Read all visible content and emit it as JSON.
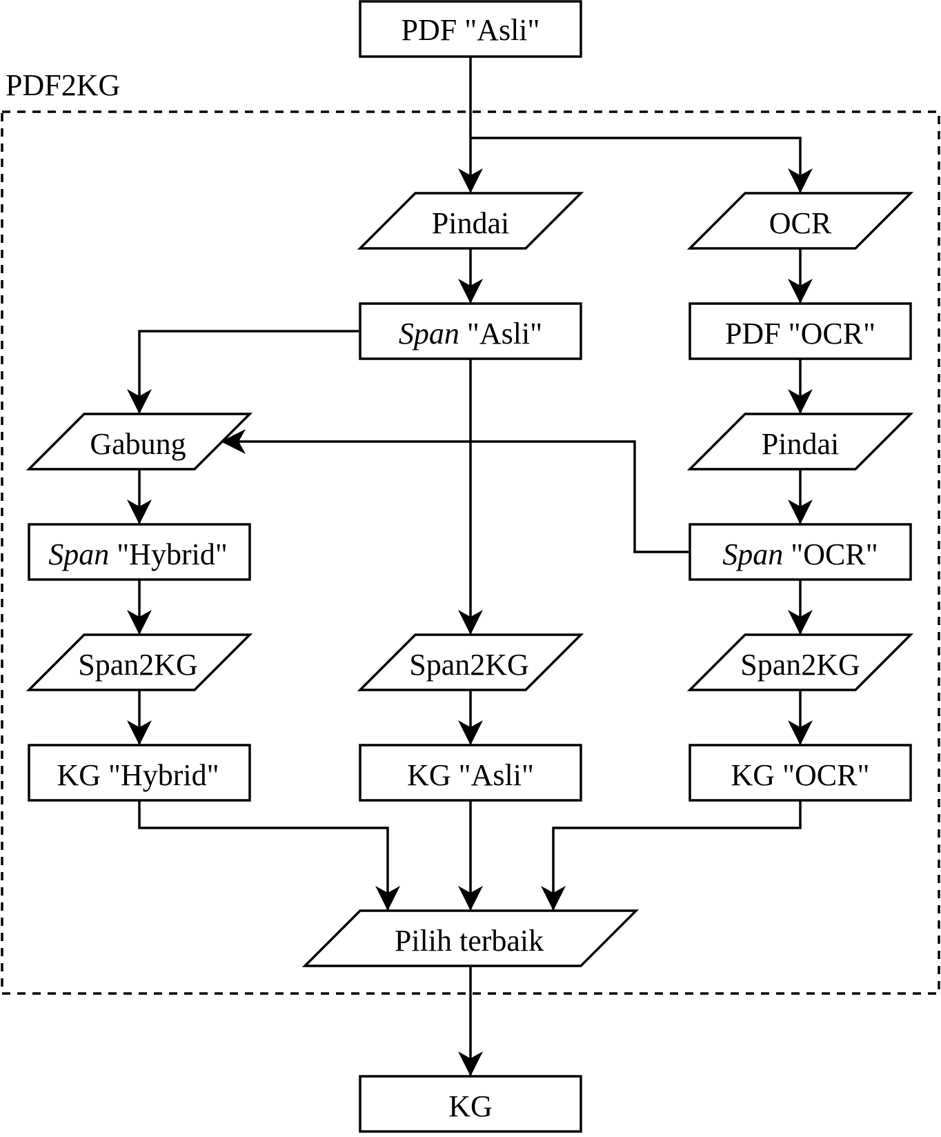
{
  "group": {
    "label": "PDF2KG"
  },
  "nodes": {
    "pdf_asli": "PDF \"Asli\"",
    "pindai_asli": "Pindai",
    "ocr": "OCR",
    "span_asli": {
      "em": "Span",
      "rest": " \"Asli\""
    },
    "pdf_ocr": "PDF \"OCR\"",
    "gabung": "Gabung",
    "pindai_ocr": "Pindai",
    "span_hybrid": {
      "em": "Span",
      "rest": " \"Hybrid\""
    },
    "span_ocr": {
      "em": "Span",
      "rest": " \"OCR\""
    },
    "span2kg_hybrid": "Span2KG",
    "span2kg_asli": "Span2KG",
    "span2kg_ocr": "Span2KG",
    "kg_hybrid": "KG \"Hybrid\"",
    "kg_asli": "KG \"Asli\"",
    "kg_ocr": "KG \"OCR\"",
    "pilih_terbaik": "Pilih terbaik",
    "kg": "KG"
  }
}
